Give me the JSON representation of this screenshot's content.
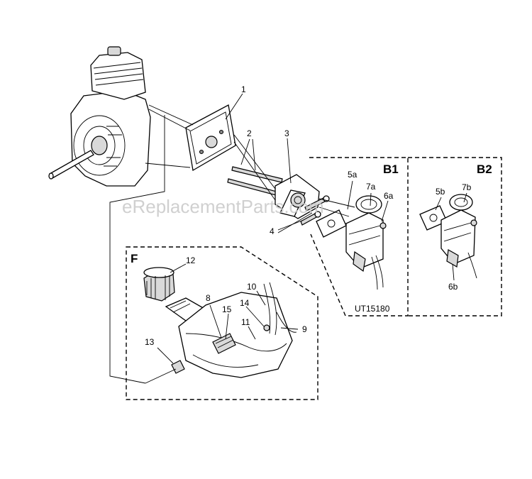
{
  "watermark": "eReplacementParts.com",
  "drawing_code": "UT15180",
  "boxes": {
    "b1": "B1",
    "b2": "B2",
    "f": "F"
  },
  "callouts": {
    "p1": "1",
    "p2": "2",
    "p3": "3",
    "p4": "4",
    "p5a": "5a",
    "p7a": "7a",
    "p6a": "6a",
    "p5b": "5b",
    "p7b": "7b",
    "p6b": "6b",
    "p12": "12",
    "p8": "8",
    "p10": "10",
    "p15": "15",
    "p14": "14",
    "p11": "11",
    "p9": "9",
    "p13": "13"
  }
}
